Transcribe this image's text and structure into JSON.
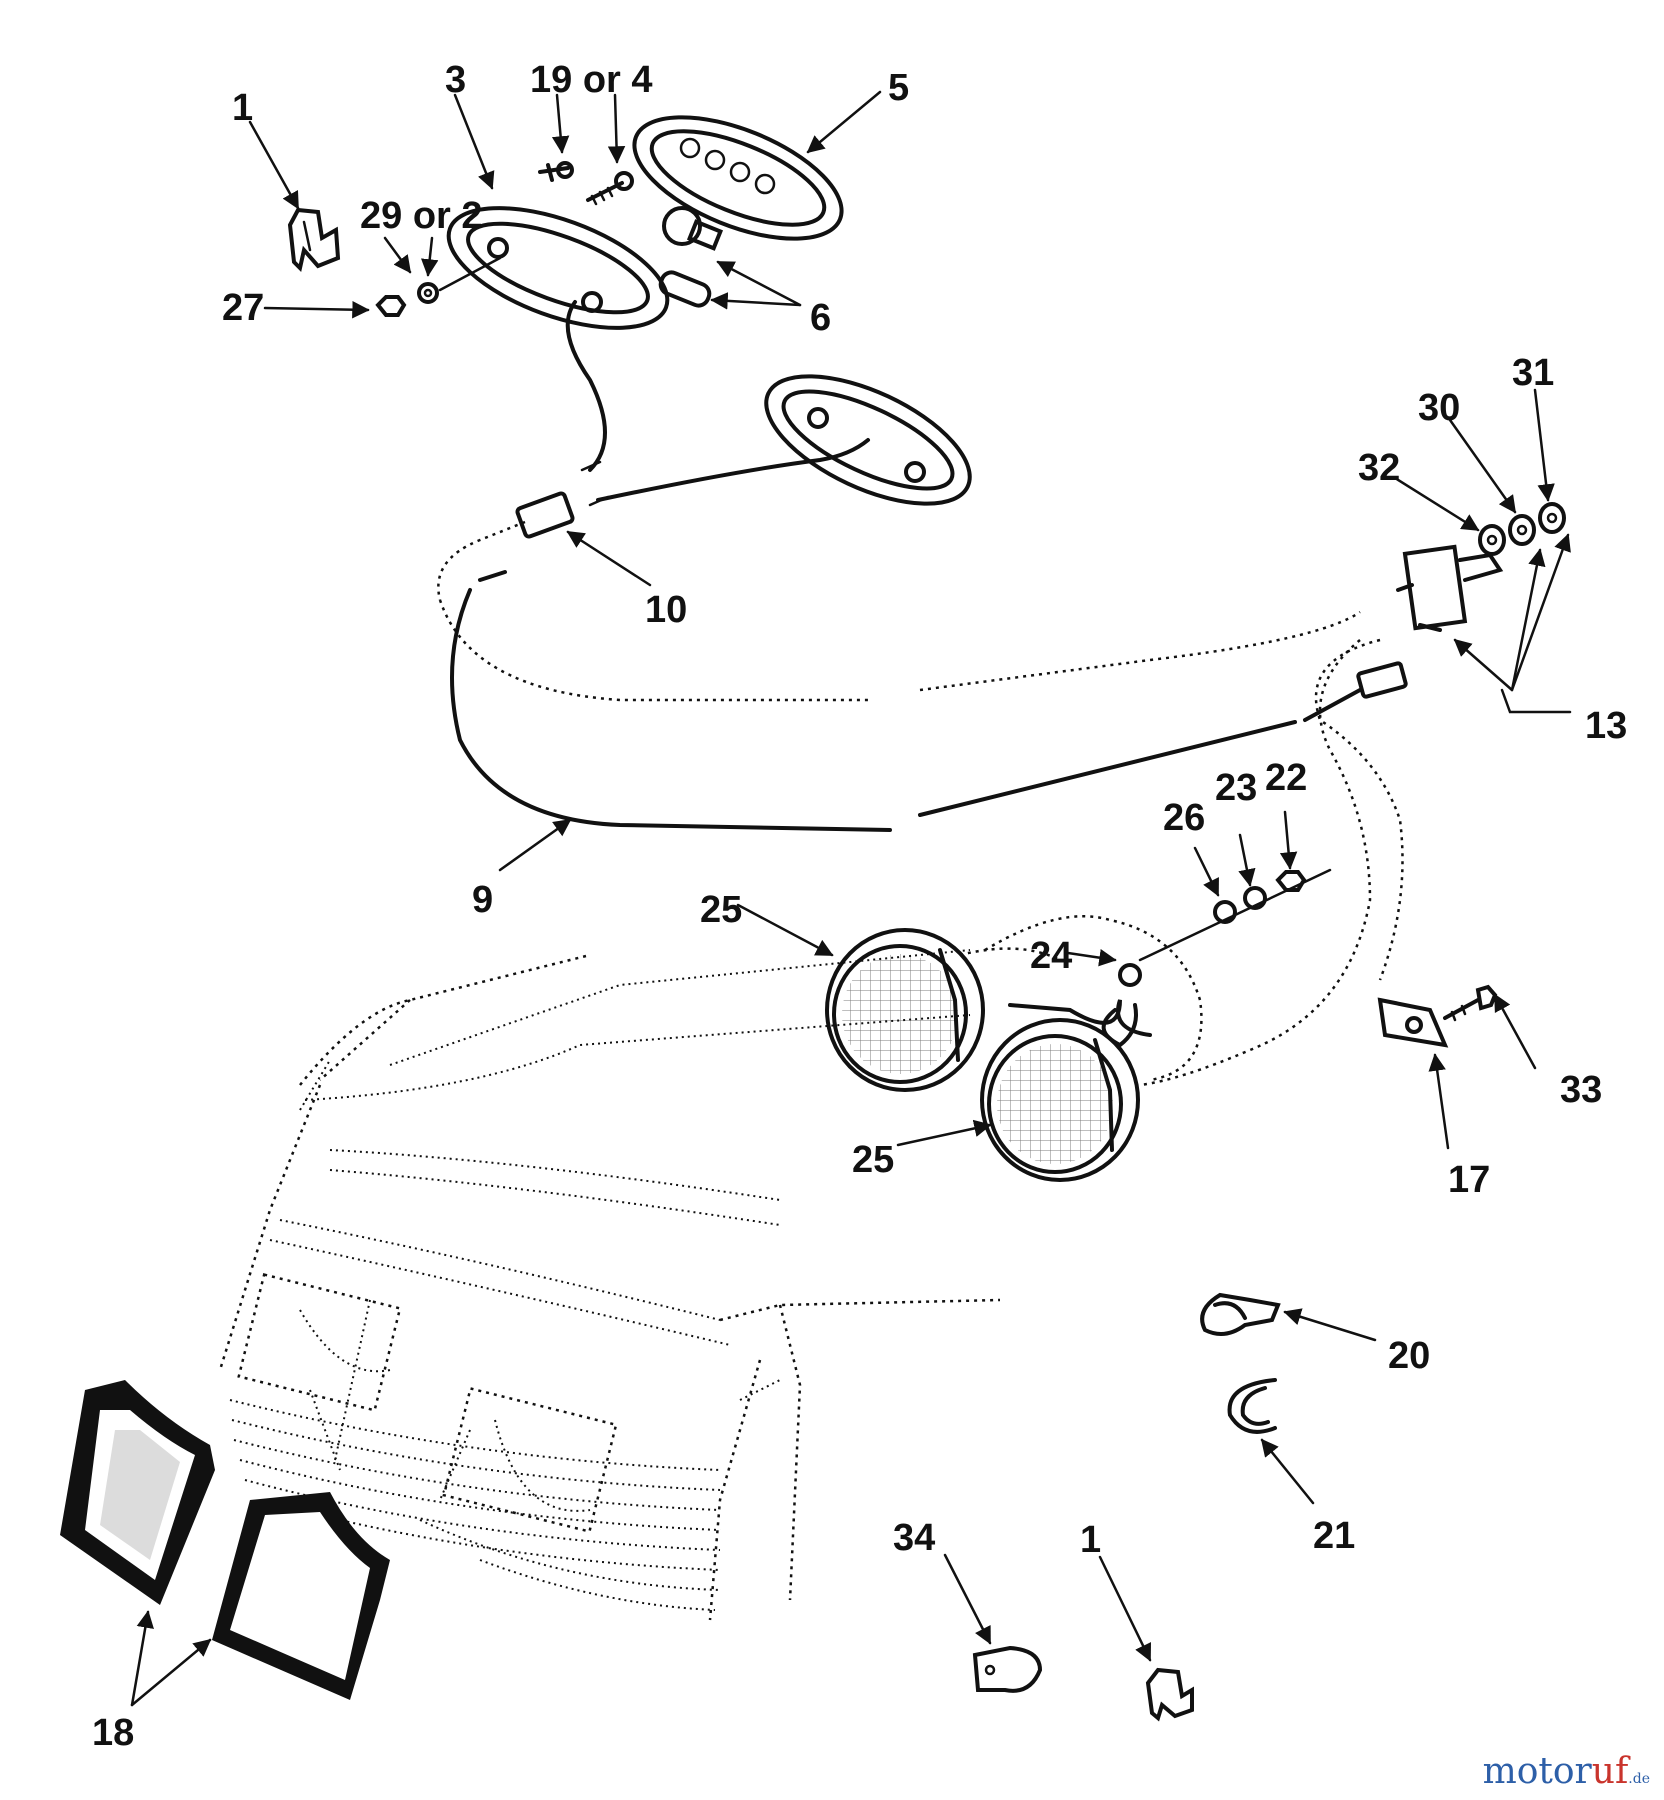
{
  "callouts": {
    "c1_top": "1",
    "c3": "3",
    "c19or4": "19 or 4",
    "c5": "5",
    "c29or2": "29 or 2",
    "c27": "27",
    "c6": "6",
    "c31": "31",
    "c30": "30",
    "c32": "32",
    "c10": "10",
    "c13": "13",
    "c23": "23",
    "c22": "22",
    "c26": "26",
    "c9": "9",
    "c25_top": "25",
    "c24": "24",
    "c33": "33",
    "c25_bottom": "25",
    "c17": "17",
    "c20": "20",
    "c21": "21",
    "c34": "34",
    "c1_bottom": "1",
    "c18": "18"
  },
  "watermark": {
    "part1": "motor",
    "part2": "uf",
    "suffix": ".de"
  },
  "colors": {
    "line": "#111111",
    "watermark_blue": "#2d5fa8",
    "watermark_red": "#c9342c"
  }
}
